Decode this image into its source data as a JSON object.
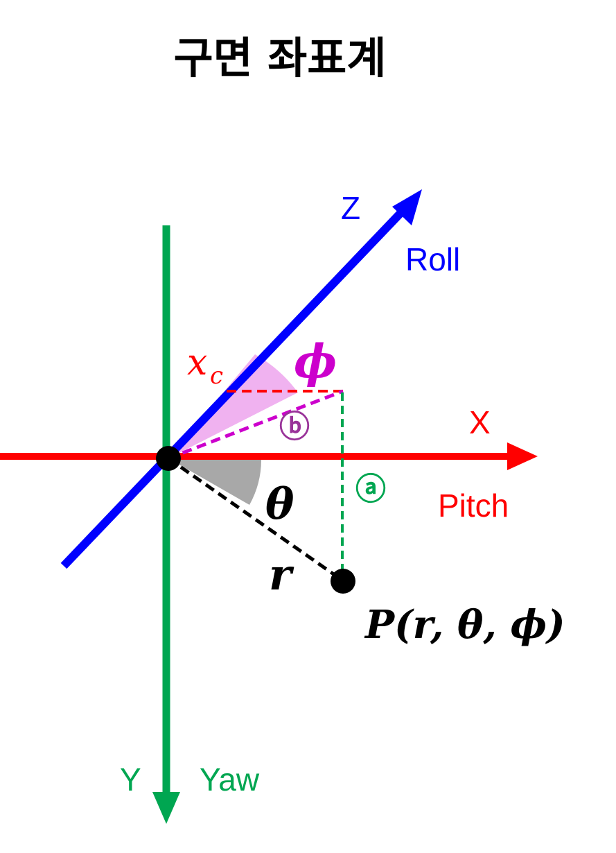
{
  "title": "구면 좌표계",
  "axes": {
    "z": {
      "letter": "Z",
      "name": "Roll",
      "color": "#0000ff"
    },
    "x": {
      "letter": "X",
      "name": "Pitch",
      "color": "#ff0000"
    },
    "y": {
      "letter": "Y",
      "name": "Yaw",
      "color": "#00a651"
    }
  },
  "labels": {
    "xc_base": "x",
    "xc_sub": "c",
    "phi": "ϕ",
    "theta": "θ",
    "r": "r",
    "point": "P(r, θ, ϕ)",
    "marker_a": "ⓐ",
    "marker_b": "ⓑ"
  },
  "colors": {
    "phi_angle": "#cc00cc",
    "phi_fill": "#eeaaee",
    "theta_fill": "#999999",
    "marker_b": "#993399",
    "marker_a": "#00a651",
    "r_line": "#000000"
  }
}
